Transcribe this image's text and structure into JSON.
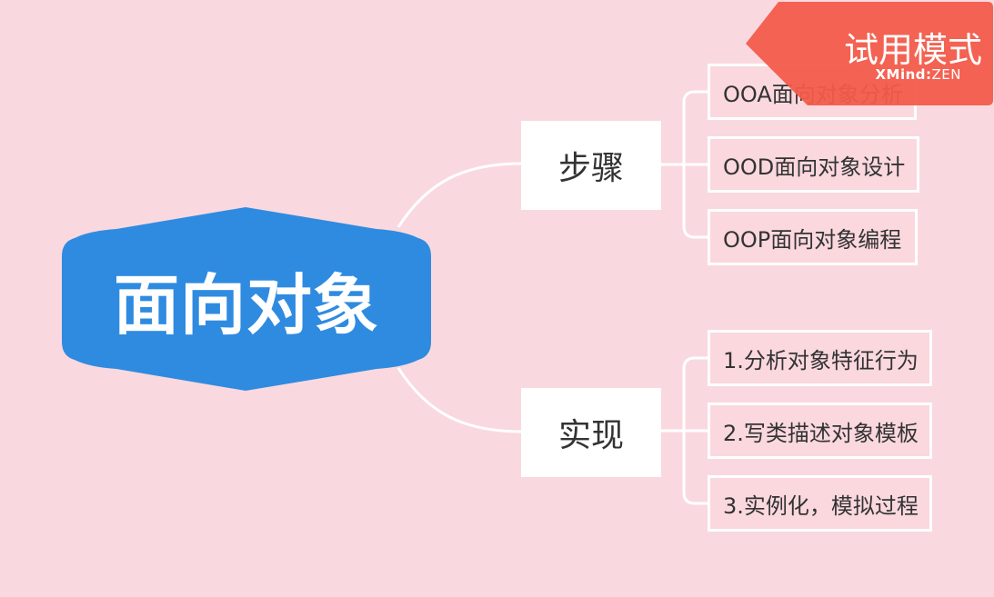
{
  "central": {
    "label": "面向对象",
    "color": "#2f8be0"
  },
  "branches": [
    {
      "label": "步骤",
      "children": [
        "OOA面向对象分析",
        "OOD面向对象设计",
        "OOP面向对象编程"
      ]
    },
    {
      "label": "实现",
      "children": [
        "1.分析对象特征行为",
        "2.写类描述对象模板",
        "3.实例化，模拟过程"
      ]
    }
  ],
  "watermark": {
    "title": "试用模式",
    "brand_main": "XMind",
    "brand_sep": ":",
    "brand_sub": "ZEN",
    "color": "#f25c4a"
  },
  "colors": {
    "background": "#f9d9df",
    "connector": "#ffffff"
  }
}
